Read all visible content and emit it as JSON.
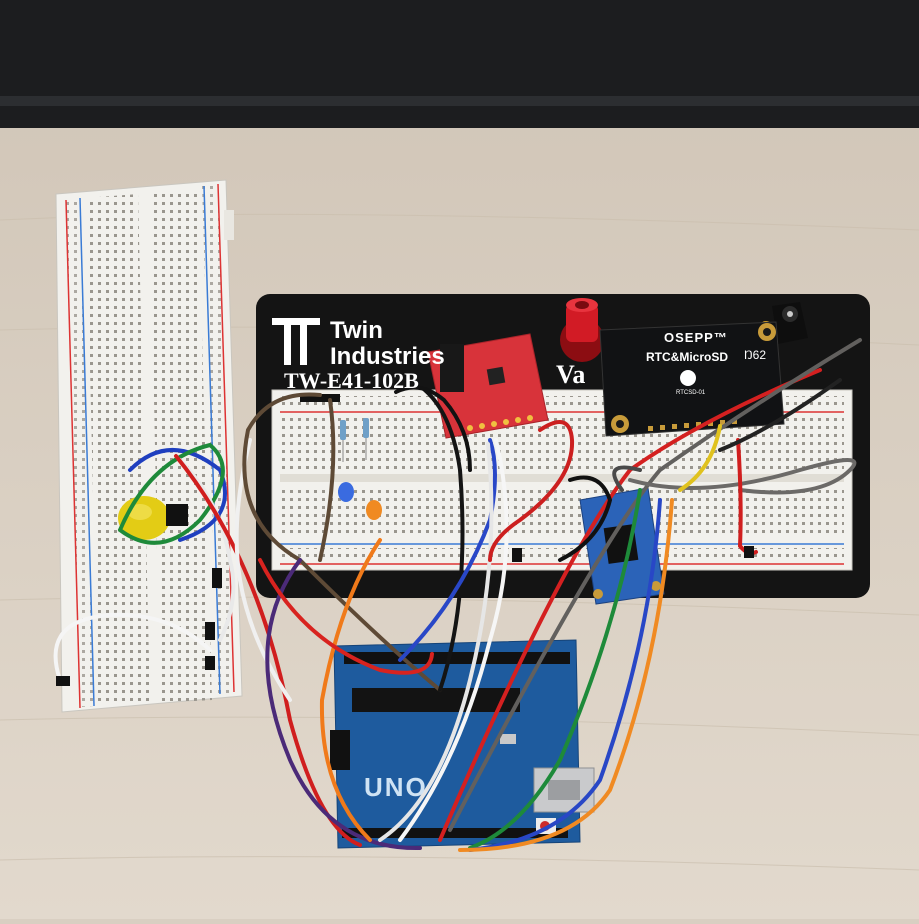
{
  "photo": {
    "board": {
      "brand_line1": "Twin",
      "brand_line2": "Industries",
      "model": "TW-E41-102B",
      "post_letter": "Va"
    },
    "rtc_module": {
      "brand": "OSEPP™",
      "title": "RTC&MicroSD",
      "part": "RTCSD-01",
      "corner_label": "Ŋ62"
    },
    "arduino": {
      "label": "UNO"
    },
    "colors": {
      "desk": "#d9cfc2",
      "monitor": "#1c1d1f",
      "base_plate": "#141414",
      "breadboard": "#f2f1ed",
      "red_module": "#d8333a",
      "arduino": "#1e5b9e",
      "yellow_button": "#e3cc15"
    }
  }
}
